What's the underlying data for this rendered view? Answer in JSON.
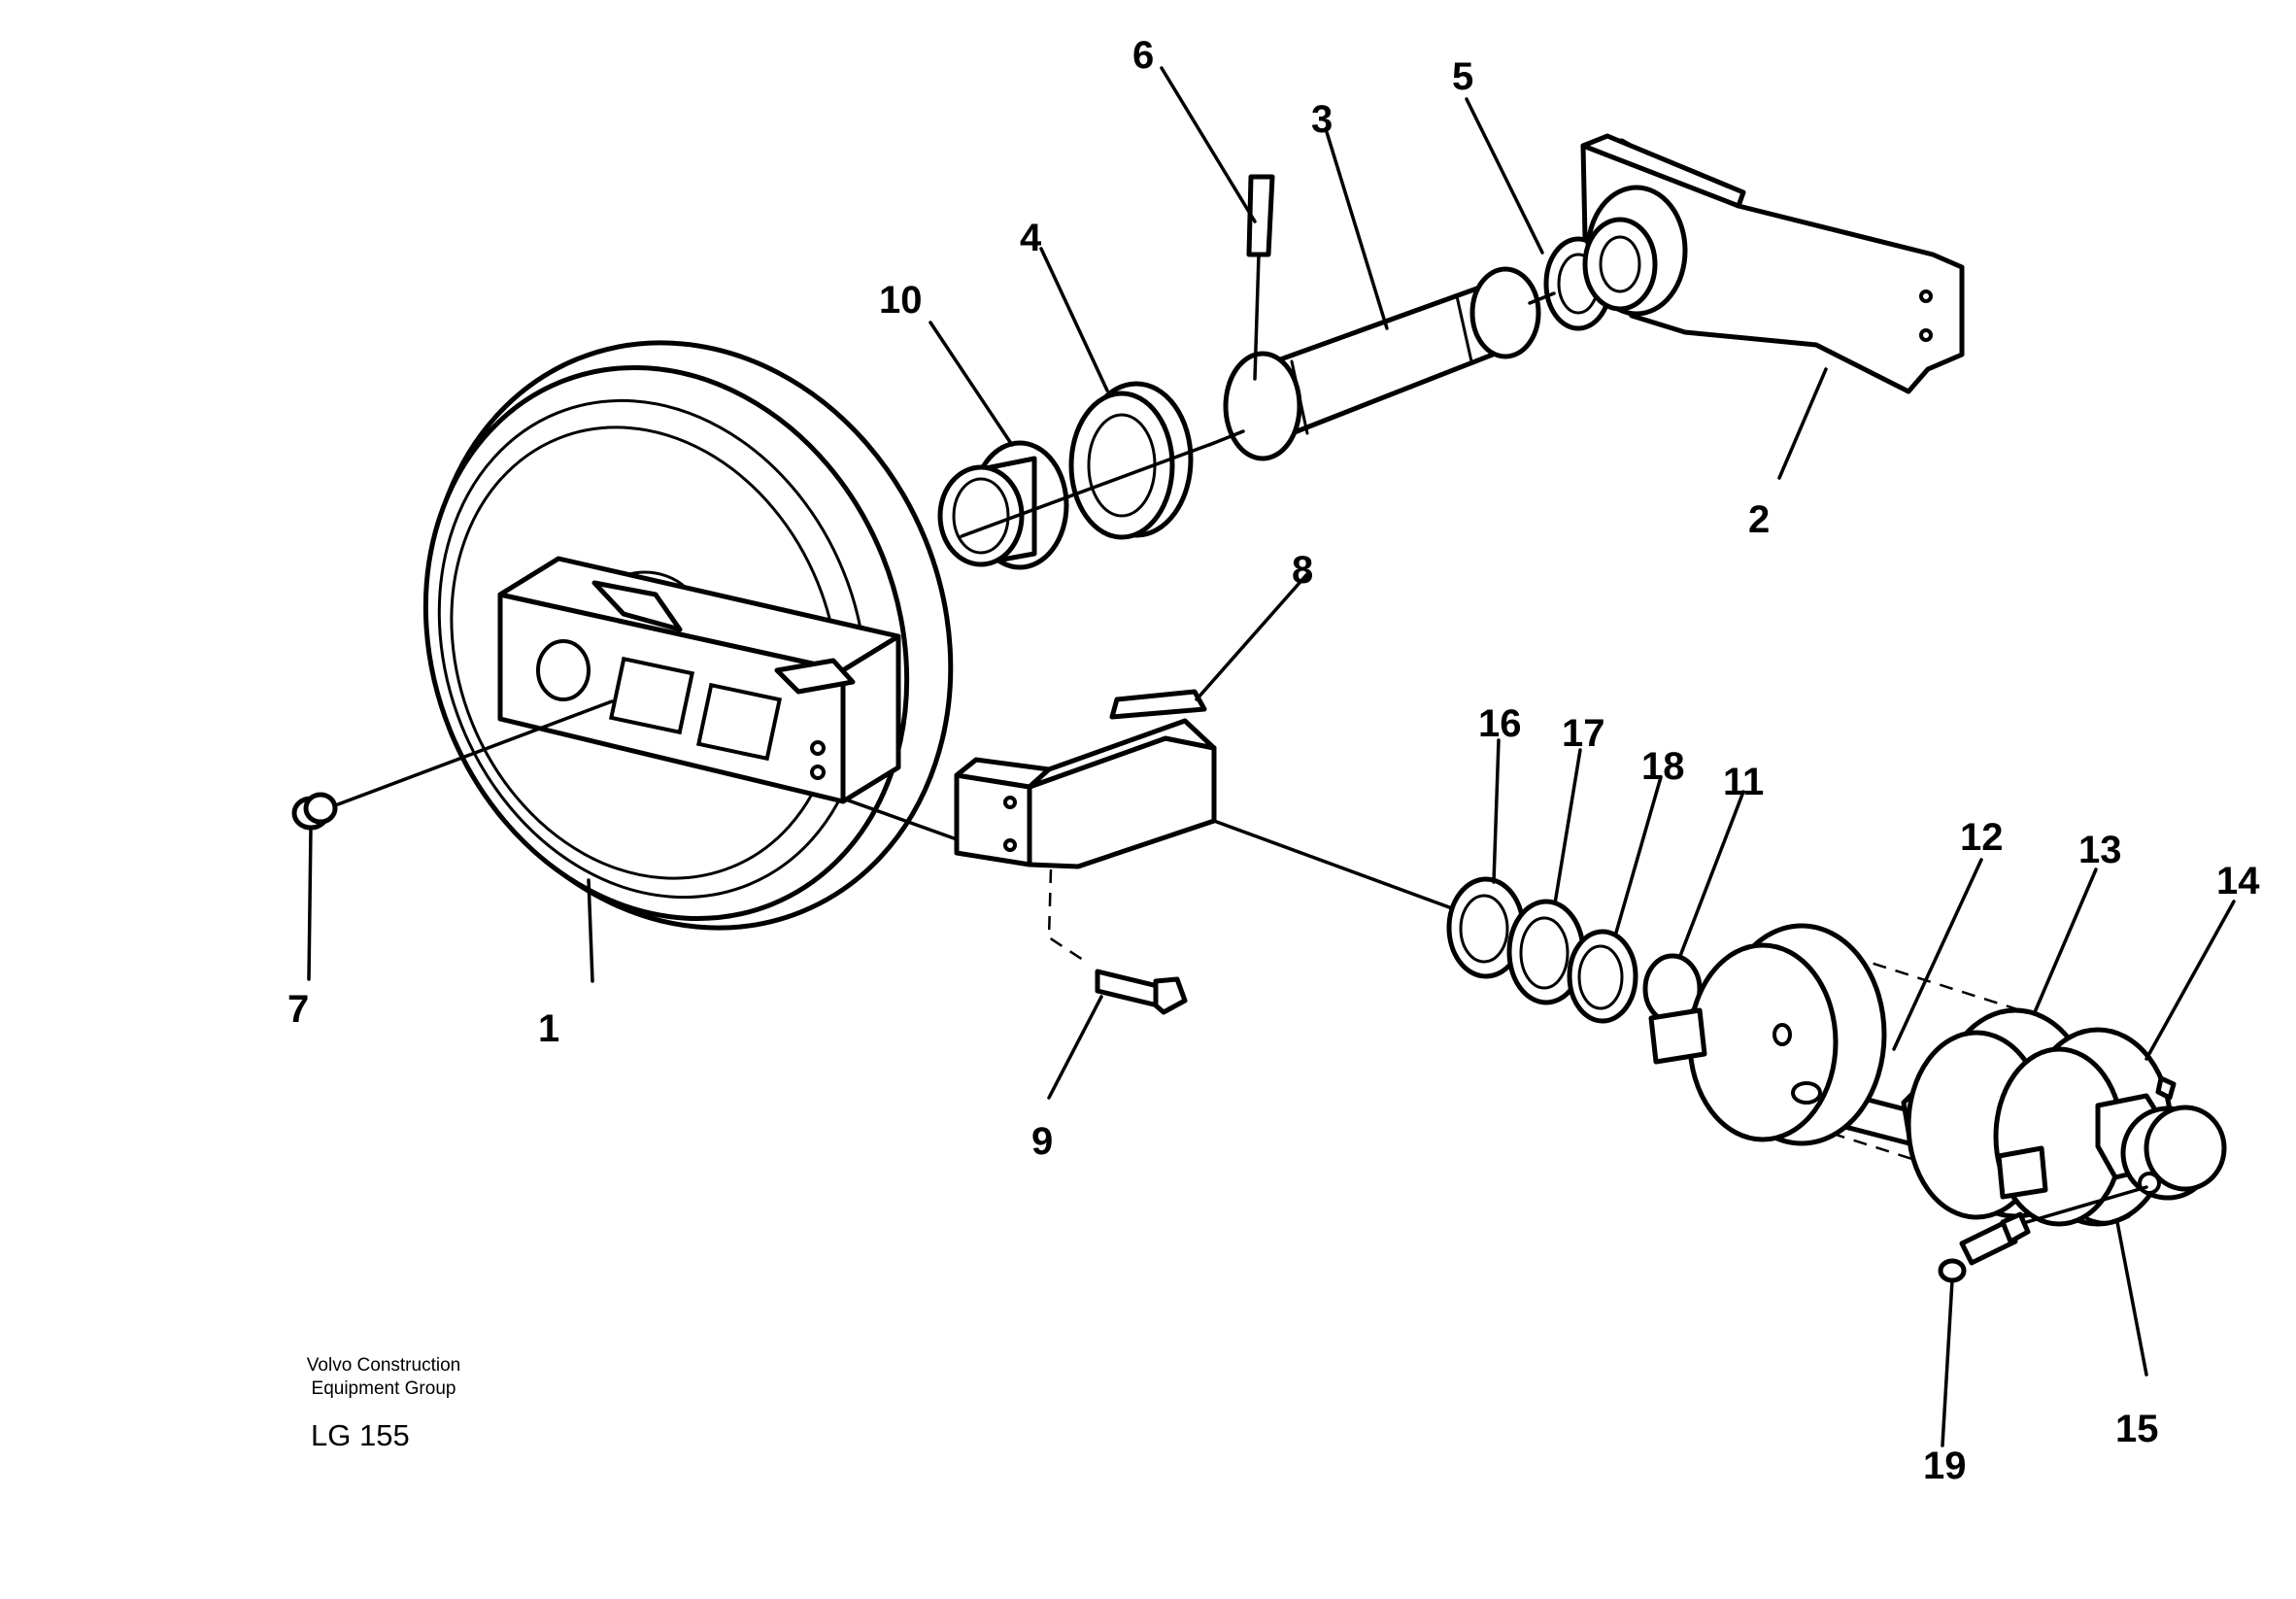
{
  "callouts": {
    "c1": "1",
    "c2": "2",
    "c3": "3",
    "c4": "4",
    "c5": "5",
    "c6": "6",
    "c7": "7",
    "c8": "8",
    "c9": "9",
    "c10": "10",
    "c11": "11",
    "c12": "12",
    "c13": "13",
    "c14": "14",
    "c15": "15",
    "c16": "16",
    "c17": "17",
    "c18": "18",
    "c19": "19"
  },
  "footer": {
    "company_line1": "Volvo Construction",
    "company_line2": "Equipment Group",
    "drawing_code": "LG 155"
  }
}
